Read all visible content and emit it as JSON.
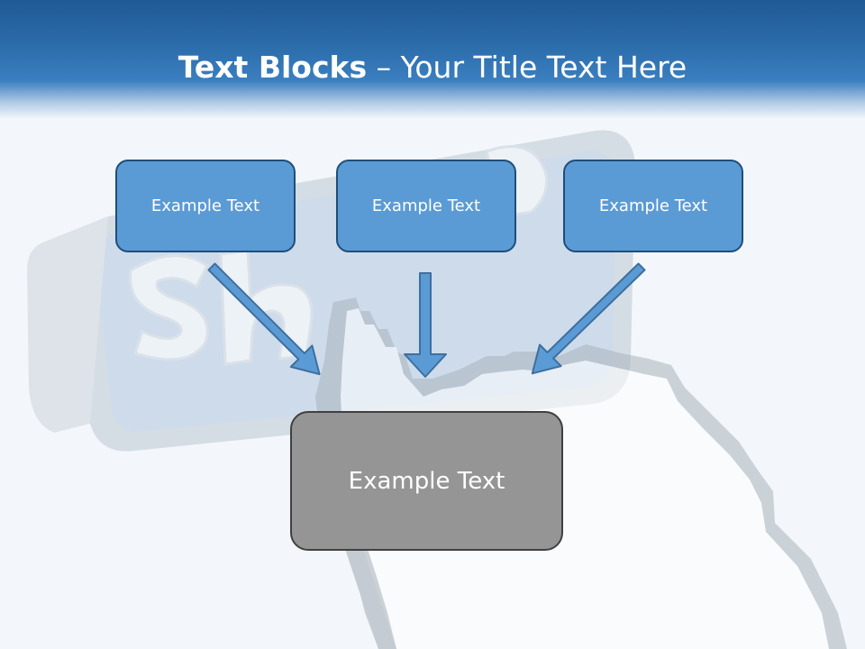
{
  "slide": {
    "title_bold": "Text Blocks",
    "title_rest": " – Your Title Text Here",
    "boxes": [
      {
        "label": "Example Text"
      },
      {
        "label": "Example Text"
      },
      {
        "label": "Example Text"
      }
    ],
    "main_box": {
      "label": "Example Text"
    }
  },
  "colors": {
    "header_blue": "#2a6aa8",
    "box_fill": "#5b9bd5",
    "box_border": "#1f4e79",
    "main_box_fill": "#959595",
    "main_box_border": "#404040",
    "arrow_fill": "#5b9bd5"
  },
  "background": {
    "watermark": "share-button-with-pixel-hand-cursor-illustration"
  }
}
